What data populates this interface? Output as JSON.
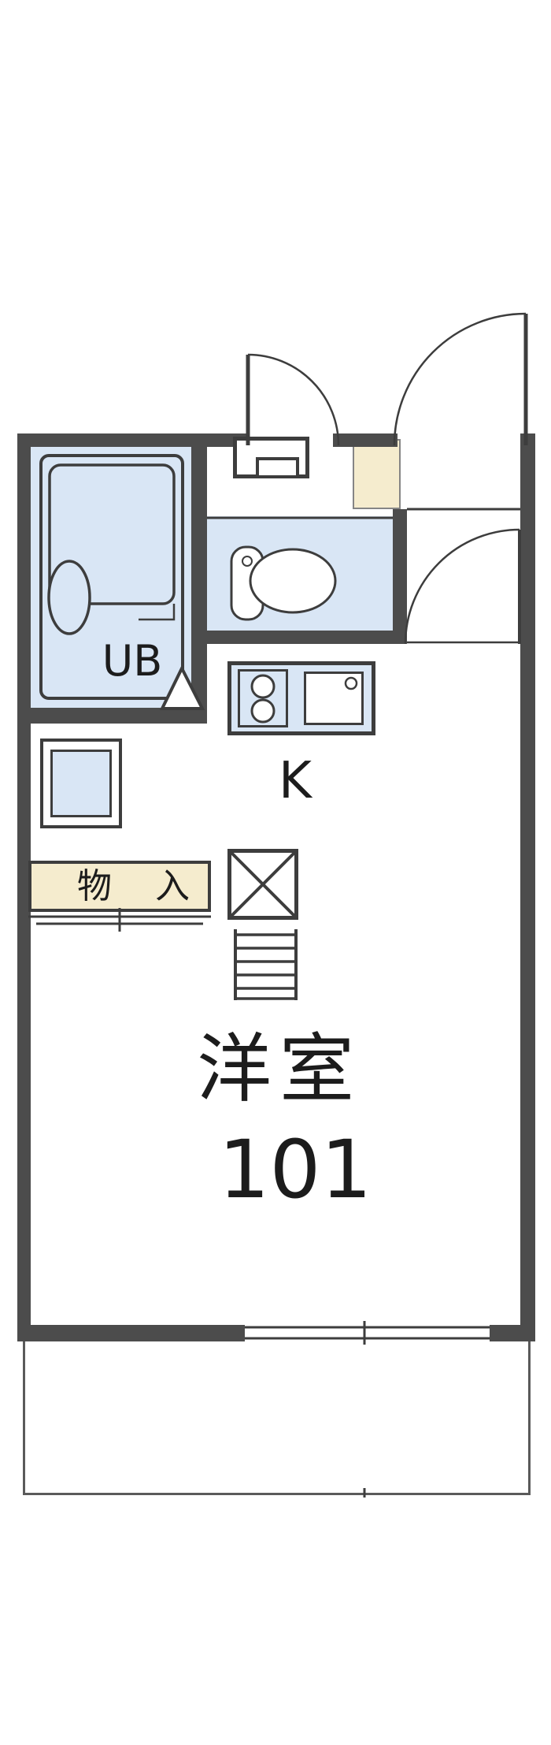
{
  "plan": {
    "title": "studio apartment floor plan",
    "labels": {
      "unit_bath": "UB",
      "kitchen": "K",
      "storage": "物入",
      "main_room": "洋室",
      "room_number": "101"
    },
    "colors": {
      "wall": "#4c4c4c",
      "line": "#3d3d3d",
      "fixture_fill": "#d9e6f5",
      "accent_cream": "#f5ecce",
      "background": "#ffffff"
    },
    "symbols": [
      "front-door-swing-icon",
      "entry-door-swing-icon",
      "interior-door-swing-icon",
      "bathtub-icon",
      "toilet-icon",
      "stove-burners-icon",
      "kitchen-sink-icon",
      "washer-pan-icon",
      "crossed-square-icon",
      "steps-icon",
      "sliding-door-track-icon",
      "window-icon",
      "door-triangle-icon"
    ]
  }
}
